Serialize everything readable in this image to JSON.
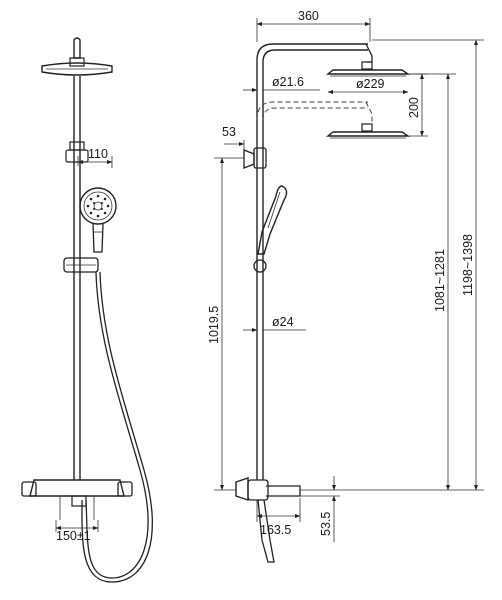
{
  "dimensions": {
    "side_hand_shower_offset": "110",
    "mixer_spacing": "150±1",
    "head_arm_length": "360",
    "riser_diameter_top": "ø21.6",
    "head_diameter": "ø229",
    "head_adjust_range": "200",
    "bracket_offset": "53",
    "height_to_bracket": "1019.5",
    "riser_diameter": "ø24",
    "height_min_head": "1081~1281",
    "height_total": "1198~1398",
    "spout_height": "53.5",
    "spout_length": "163.5"
  }
}
